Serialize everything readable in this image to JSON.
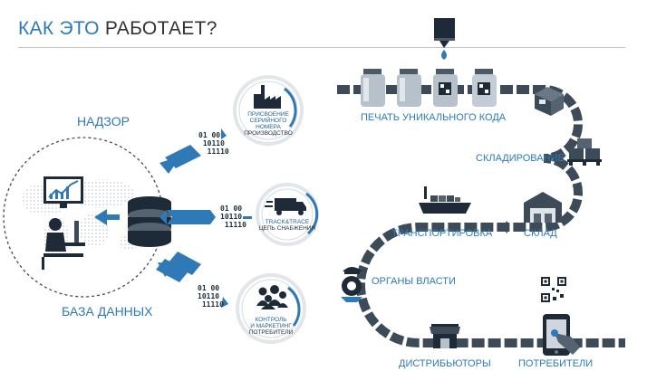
{
  "title": {
    "part1": "КАК ЭТО",
    "part2": "РАБОТАЕТ?"
  },
  "left": {
    "supervision": "НАДЗОР",
    "database": "БАЗА ДАННЫХ"
  },
  "badges": {
    "production": {
      "line1": "ПРИСВОЕНИЕ",
      "line2": "СЕРИЙНОГО НОМЕРА",
      "line3": "ПРОИЗВОДСТВО"
    },
    "supply": {
      "line1": "TRACK&TRACE",
      "line2": "ЦЕПЬ СНАБЖЕНИЯ"
    },
    "marketing": {
      "line1": "КОНТРОЛЬ",
      "line2": "И МАРКЕТИНГ",
      "line3": "ПОТРЕБИТЕЛИ"
    }
  },
  "bits": {
    "row1": "01",
    "row1b": "00",
    "row2": "10110",
    "row3": "11110"
  },
  "process": {
    "printing": "ПЕЧАТЬ УНИКАЛЬНОГО КОДА",
    "storage": "СКЛАДИРОВАНИЕ",
    "warehouse": "СКЛАД",
    "transport": "ТРАНСПОРТИРОВКА",
    "authorities": "ОРГАНЫ ВЛАСТИ",
    "distributors": "ДИСТРИБЬЮТОРЫ",
    "consumers": "ПОТРЕБИТЕЛИ"
  },
  "colors": {
    "accent": "#2f79b7",
    "dark": "#1e2a38",
    "track": "#3d4a58"
  },
  "icons": [
    "factory-icon",
    "truck-icon",
    "people-icon",
    "database-icon",
    "analyst-icon",
    "bottle-icon",
    "dispenser-icon",
    "box-icon",
    "pallet-icon",
    "warehouse-icon",
    "ship-icon",
    "officer-icon",
    "store-icon",
    "phone-icon",
    "qr-icon"
  ]
}
